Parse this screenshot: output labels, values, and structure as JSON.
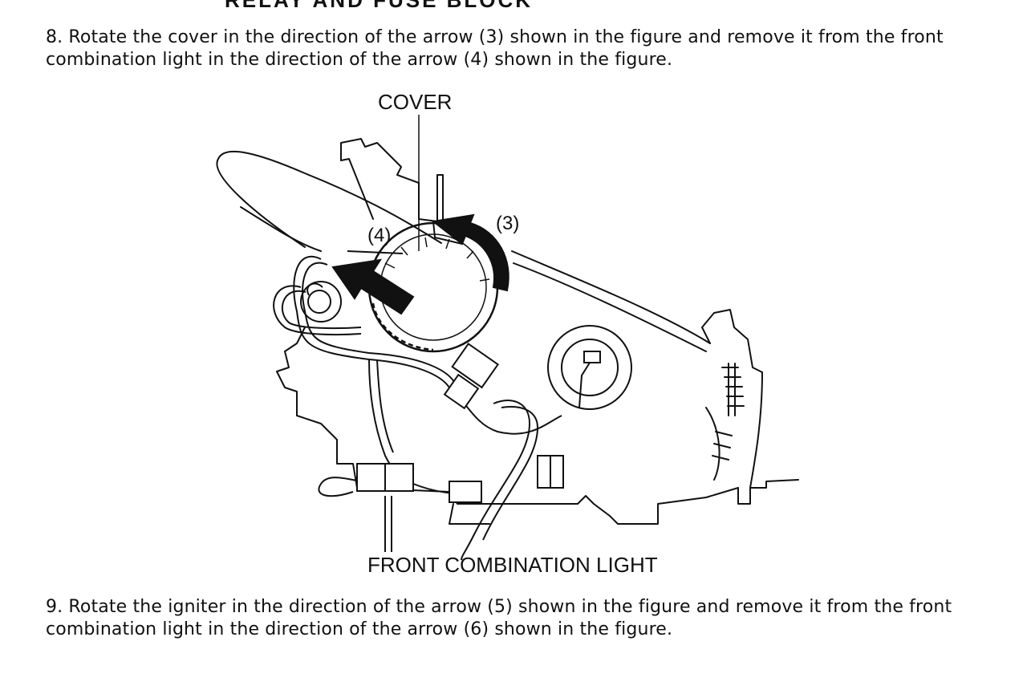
{
  "document": {
    "clipped_heading": "RELAY AND FUSE BLOCK",
    "steps": [
      {
        "text": "8. Rotate the cover in the direction of the arrow (3) shown in the figure and remove it from the front combination light in the direction of the arrow (4) shown in the figure."
      },
      {
        "text": "9. Rotate the igniter in the direction of the arrow (5) shown in the figure and remove it from the front combination light in the direction of the arrow (6) shown in the figure."
      }
    ],
    "figure": {
      "labels": {
        "cover": "COVER",
        "arrow_3": "(3)",
        "arrow_4": "(4)",
        "caption": "FRONT COMBINATION LIGHT"
      }
    }
  }
}
